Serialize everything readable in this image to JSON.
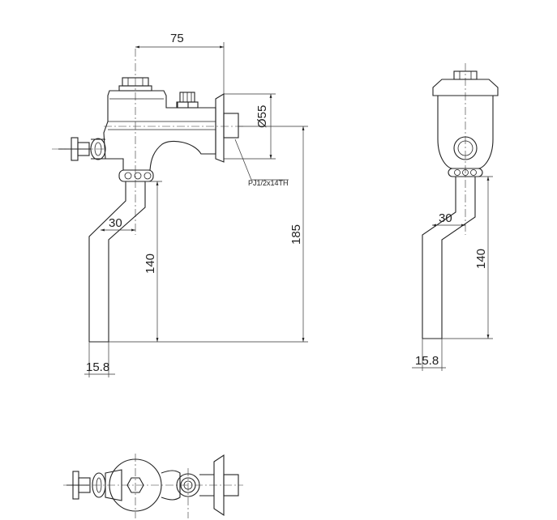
{
  "diagram": {
    "labels": {
      "front_width": "75",
      "flange_diameter": "Ø55",
      "thread_spec": "PJ1/2x14TH",
      "total_height": "185",
      "front_offset": "30",
      "front_pipe_length": "140",
      "front_pipe_diameter": "15.8",
      "side_offset": "30",
      "side_pipe_length": "140",
      "side_pipe_diameter": "15.8"
    },
    "colors": {
      "line": "#222222",
      "background": "#ffffff"
    }
  }
}
